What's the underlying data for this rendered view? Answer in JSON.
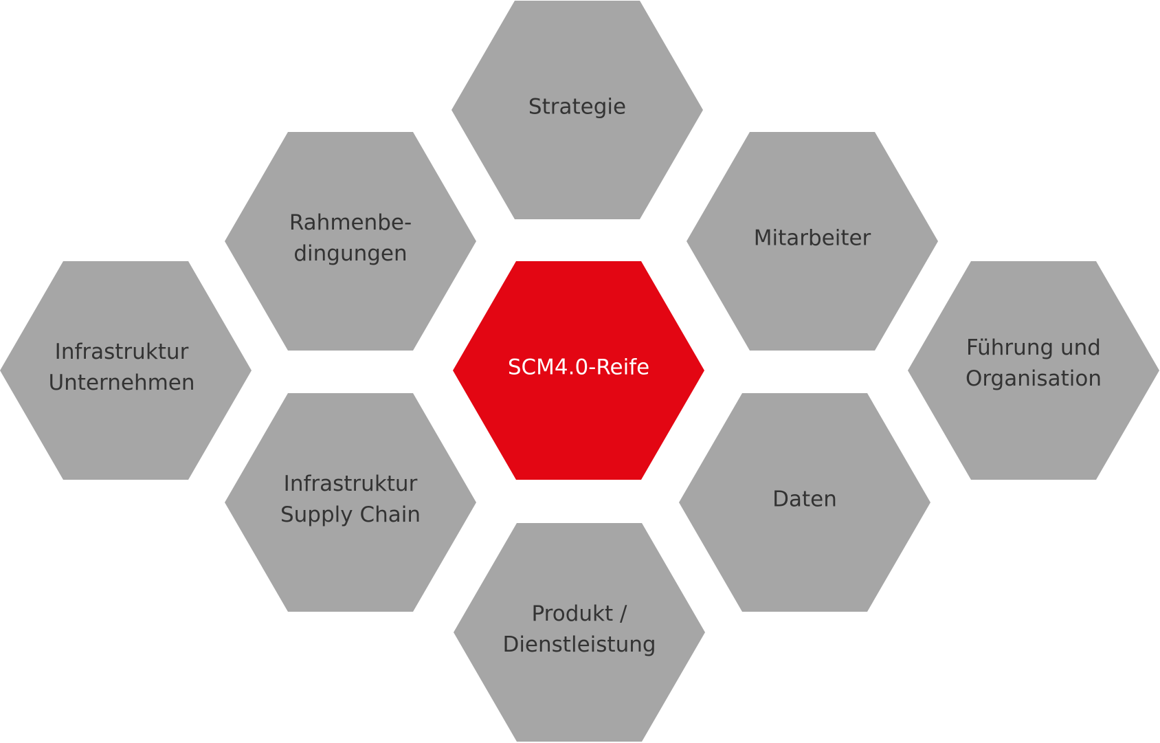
{
  "title_center": "SCM4.0-Reife",
  "colors": {
    "hex": "#a6a6a6",
    "center": "#e30613",
    "text": "#333333",
    "center_text": "#ffffff"
  },
  "hexagons": [
    {
      "id": "center",
      "lines": [
        "SCM4.0-Reife"
      ]
    },
    {
      "id": "strategie",
      "lines": [
        "Strategie"
      ]
    },
    {
      "id": "rahmenbedingungen",
      "lines": [
        "Rahmenbe-",
        "dingungen"
      ]
    },
    {
      "id": "mitarbeiter",
      "lines": [
        "Mitarbeiter"
      ]
    },
    {
      "id": "infrastruktur-unternehmen",
      "lines": [
        "Infrastruktur",
        "Unternehmen"
      ]
    },
    {
      "id": "fuehrung-organisation",
      "lines": [
        "Führung und",
        "Organisation"
      ]
    },
    {
      "id": "infrastruktur-supply-chain",
      "lines": [
        "Infrastruktur",
        "Supply Chain"
      ]
    },
    {
      "id": "daten",
      "lines": [
        "Daten"
      ]
    },
    {
      "id": "produkt-dienstleistung",
      "lines": [
        "Produkt /",
        "Dienstleistung"
      ]
    }
  ]
}
